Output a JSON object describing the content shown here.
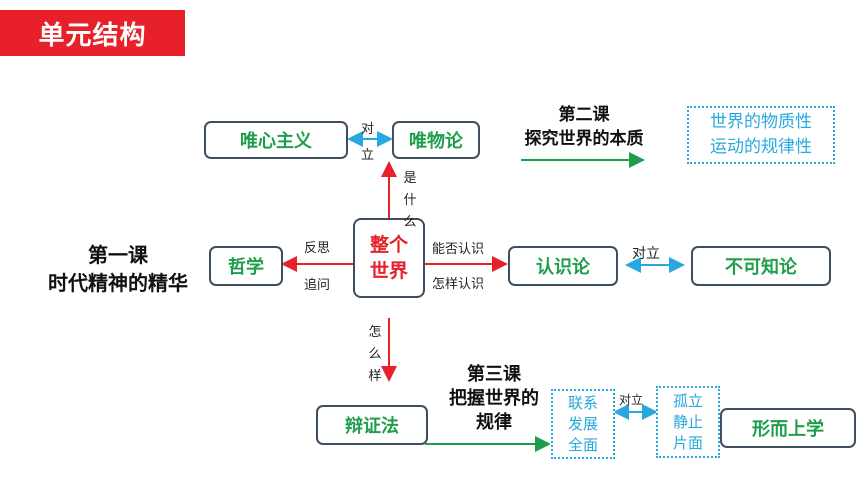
{
  "title": "单元结构",
  "center": {
    "line1": "整个",
    "line2": "世界"
  },
  "nodes": {
    "weixin": "唯心主义",
    "weiwu": "唯物论",
    "zhexue": "哲学",
    "renshi": "认识论",
    "bukezhi": "不可知论",
    "bianzheng": "辩证法",
    "xingershang": "形而上学"
  },
  "lessons": {
    "one": {
      "line1": "第一课",
      "line2": "时代精神的精华"
    },
    "two": {
      "line1": "第二课",
      "line2": "探究世界的本质"
    },
    "three": {
      "line1": "第三课",
      "line2": "把握世界的",
      "line3": "规律"
    }
  },
  "properties": {
    "line1": "世界的物质性",
    "line2": "运动的规律性"
  },
  "dialectic_box": {
    "line1": "联系",
    "line2": "发展",
    "line3": "全面"
  },
  "metaphysics_box": {
    "line1": "孤立",
    "line2": "静止",
    "line3": "片面"
  },
  "labels": {
    "duili_top1": "对",
    "duili_top2": "立",
    "shi": "是",
    "shen": "什",
    "me": "么",
    "fansi": "反思",
    "zhuiwen": "追问",
    "nengfou": "能否认识",
    "zenyang": "怎样认识",
    "duili_right": "对立",
    "zen": "怎",
    "me2": "么",
    "yang": "样",
    "duili_bottom": "对立"
  },
  "colors": {
    "accent": "#e8202a",
    "green": "#1e9e4a",
    "blue": "#29a8df"
  }
}
